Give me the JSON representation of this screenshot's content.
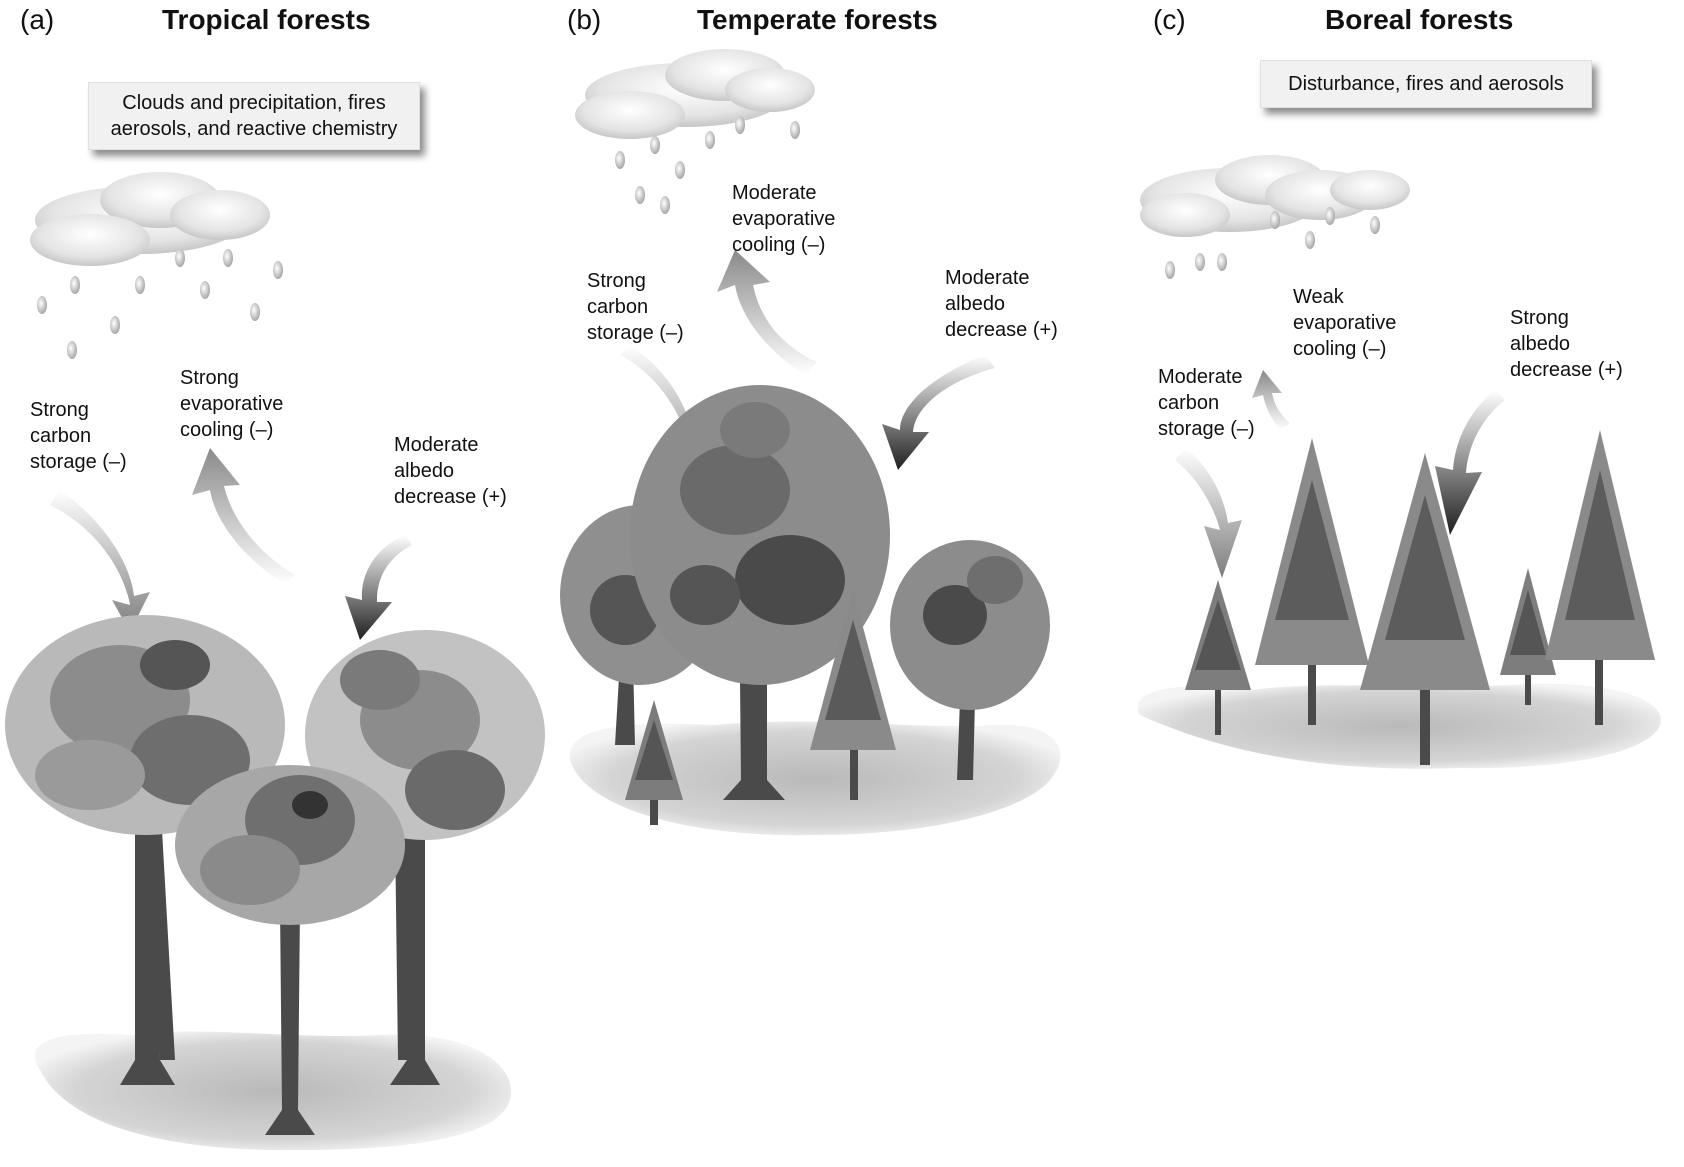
{
  "panels": [
    {
      "letter": "(a)",
      "title": "Tropical forests",
      "box": "Clouds and precipitation, fires\naerosols, and reactive chemistry",
      "labels": {
        "carbon": "Strong\ncarbon\nstorage (–)",
        "evaporative": "Strong\nevaporative\ncooling (–)",
        "albedo": "Moderate\nalbedo\ndecrease (+)"
      }
    },
    {
      "letter": "(b)",
      "title": "Temperate forests",
      "labels": {
        "carbon": "Strong\ncarbon\nstorage (–)",
        "evaporative": "Moderate\nevaporative\ncooling (–)",
        "albedo": "Moderate\nalbedo\ndecrease (+)"
      }
    },
    {
      "letter": "(c)",
      "title": "Boreal forests",
      "box": "Disturbance, fires and aerosols",
      "labels": {
        "carbon": "Moderate\ncarbon\nstorage (–)",
        "evaporative": "Weak\nevaporative\ncooling (–)",
        "albedo": "Strong\nalbedo\ndecrease (+)"
      }
    }
  ],
  "colors": {
    "canopy_light": "#b9b9b9",
    "canopy_mid": "#8c8c8c",
    "canopy_dark": "#555555",
    "trunk": "#4a4a4a",
    "ground": "#cfcfcf"
  }
}
